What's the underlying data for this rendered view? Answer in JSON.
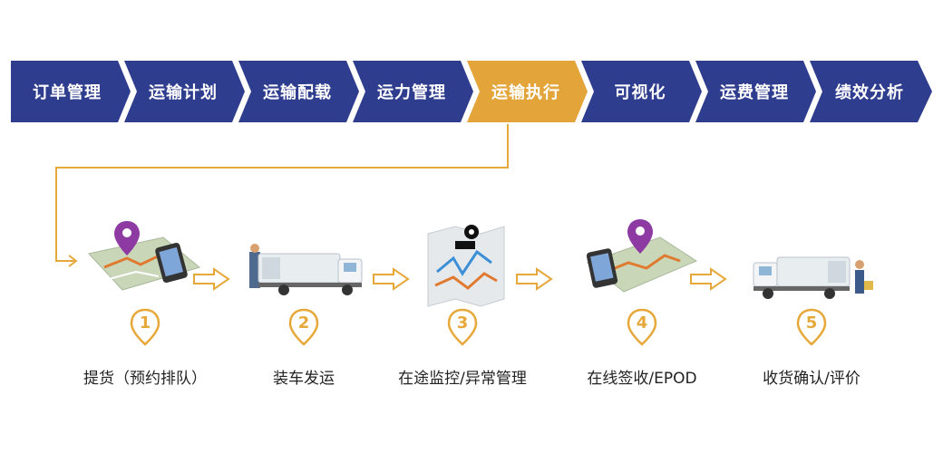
{
  "colors": {
    "primary": "#2f3d8f",
    "active": "#e3a43a",
    "arrow_outline": "#e7a83a",
    "text": "#222222"
  },
  "process_steps": [
    {
      "label": "订单管理",
      "active": false
    },
    {
      "label": "运输计划",
      "active": false
    },
    {
      "label": "运输配载",
      "active": false
    },
    {
      "label": "运力管理",
      "active": false
    },
    {
      "label": "运输执行",
      "active": true
    },
    {
      "label": "可视化",
      "active": false
    },
    {
      "label": "运费管理",
      "active": false
    },
    {
      "label": "绩效分析",
      "active": false
    }
  ],
  "execution_steps": [
    {
      "number": "1",
      "label": "提货（预约排队）",
      "icon": "map-phone-icon"
    },
    {
      "number": "2",
      "label": "装车发运",
      "icon": "truck-loading-icon"
    },
    {
      "number": "3",
      "label": "在途监控/异常管理",
      "icon": "route-map-icon"
    },
    {
      "number": "4",
      "label": "在线签收/EPOD",
      "icon": "map-phone-icon"
    },
    {
      "number": "5",
      "label": "收货确认/评价",
      "icon": "truck-delivery-icon"
    }
  ]
}
